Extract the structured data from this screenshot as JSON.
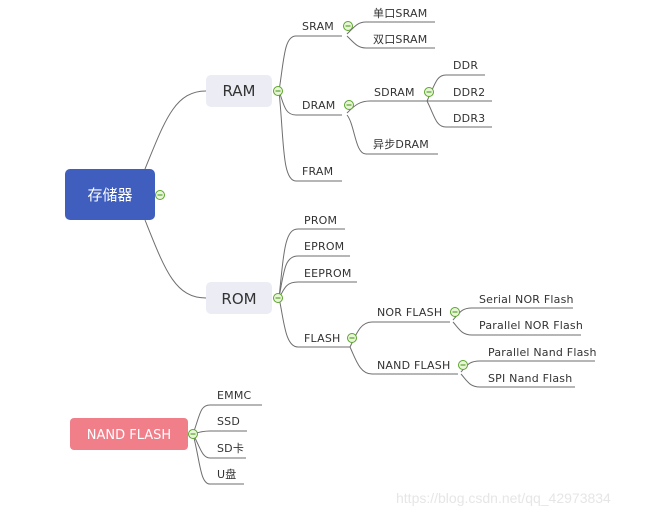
{
  "title": "存储器 memory classification mind map",
  "colors": {
    "root_fill": "#3f5ebd",
    "branch_fill": "#ebecf4",
    "nand_fill": "#f07f8a",
    "line": "#6e6e6e",
    "toggle": "#5aa52a"
  },
  "root": {
    "label": "存储器",
    "children": [
      {
        "label": "RAM",
        "children": [
          {
            "label": "SRAM",
            "children": [
              {
                "label": "单口SRAM"
              },
              {
                "label": "双口SRAM"
              }
            ]
          },
          {
            "label": "DRAM",
            "children": [
              {
                "label": "SDRAM",
                "children": [
                  {
                    "label": "DDR"
                  },
                  {
                    "label": "DDR2"
                  },
                  {
                    "label": "DDR3"
                  }
                ]
              },
              {
                "label": "异步DRAM"
              }
            ]
          },
          {
            "label": "FRAM"
          }
        ]
      },
      {
        "label": "ROM",
        "children": [
          {
            "label": "PROM"
          },
          {
            "label": "EPROM"
          },
          {
            "label": "EEPROM"
          },
          {
            "label": "FLASH",
            "children": [
              {
                "label": "NOR FLASH",
                "children": [
                  {
                    "label": "Serial NOR Flash"
                  },
                  {
                    "label": "Parallel NOR Flash"
                  }
                ]
              },
              {
                "label": "NAND FLASH",
                "children": [
                  {
                    "label": "Parallel Nand Flash"
                  },
                  {
                    "label": "SPI Nand Flash"
                  }
                ]
              }
            ]
          }
        ]
      }
    ]
  },
  "floating_topic": {
    "label": "NAND FLASH",
    "children": [
      {
        "label": "EMMC"
      },
      {
        "label": "SSD"
      },
      {
        "label": "SD卡"
      },
      {
        "label": "U盘"
      }
    ]
  },
  "watermark": "https://blog.csdn.net/qq_42973834",
  "toggle_icon": "collapse-minus-icon"
}
